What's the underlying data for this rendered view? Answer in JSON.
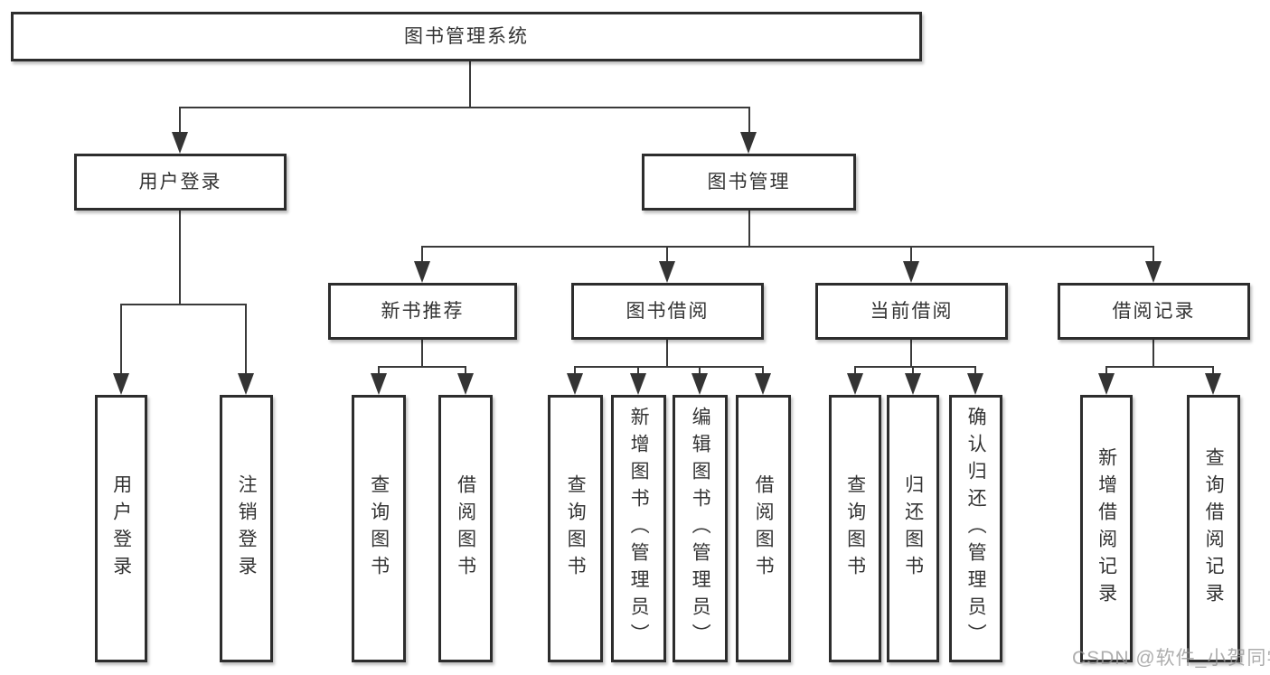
{
  "colors": {
    "box_border": "#2d2d2d",
    "connector_line": "#3a3a3a",
    "text": "#333333",
    "watermark_text": "#969696"
  },
  "tree": {
    "label": "图书管理系统",
    "children": [
      {
        "label": "用户登录",
        "children": [
          {
            "label": "用户登录"
          },
          {
            "label": "注销登录"
          }
        ]
      },
      {
        "label": "图书管理",
        "children": [
          {
            "label": "新书推荐",
            "children": [
              {
                "label": "查询图书"
              },
              {
                "label": "借阅图书"
              }
            ]
          },
          {
            "label": "图书借阅",
            "children": [
              {
                "label": "查询图书"
              },
              {
                "label": "新增图书（管理员）"
              },
              {
                "label": "编辑图书（管理员）"
              },
              {
                "label": "借阅图书"
              }
            ]
          },
          {
            "label": "当前借阅",
            "children": [
              {
                "label": "查询图书"
              },
              {
                "label": "归还图书"
              },
              {
                "label": "确认归还（管理员）"
              }
            ]
          },
          {
            "label": "借阅记录",
            "children": [
              {
                "label": "新增借阅记录"
              },
              {
                "label": "查询借阅记录"
              }
            ]
          }
        ]
      }
    ]
  },
  "watermark": {
    "text": "CSDN @软件_小贺同学"
  }
}
